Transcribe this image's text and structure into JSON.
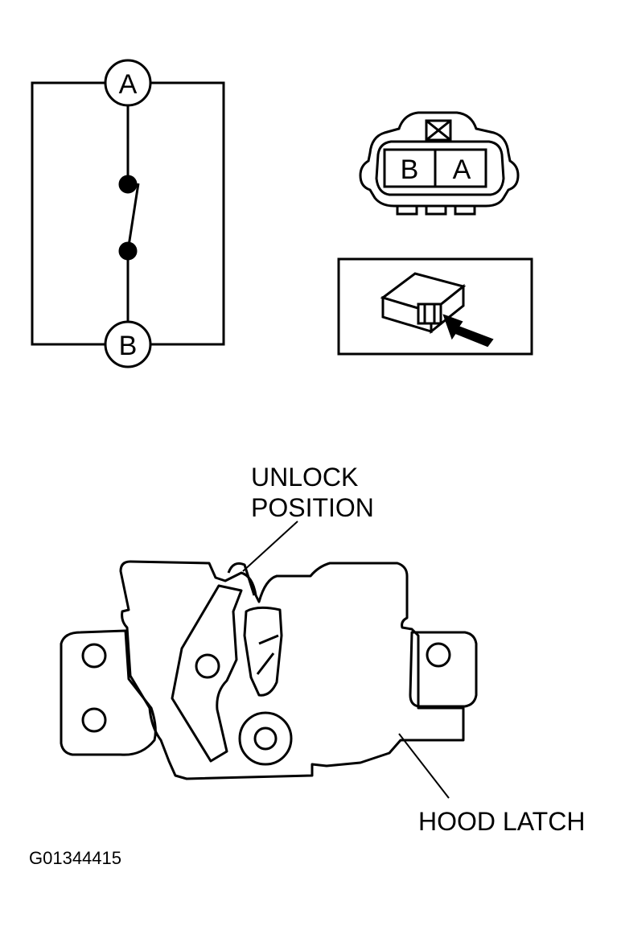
{
  "schematic": {
    "terminal_a": "A",
    "terminal_b": "B"
  },
  "connector": {
    "pin_left": "B",
    "pin_right": "A"
  },
  "latch": {
    "unlock_label_line1": "UNLOCK",
    "unlock_label_line2": "POSITION",
    "hood_latch_label": "HOOD LATCH"
  },
  "figure_code": "G01344415",
  "colors": {
    "ink": "#000000",
    "background": "#ffffff"
  }
}
